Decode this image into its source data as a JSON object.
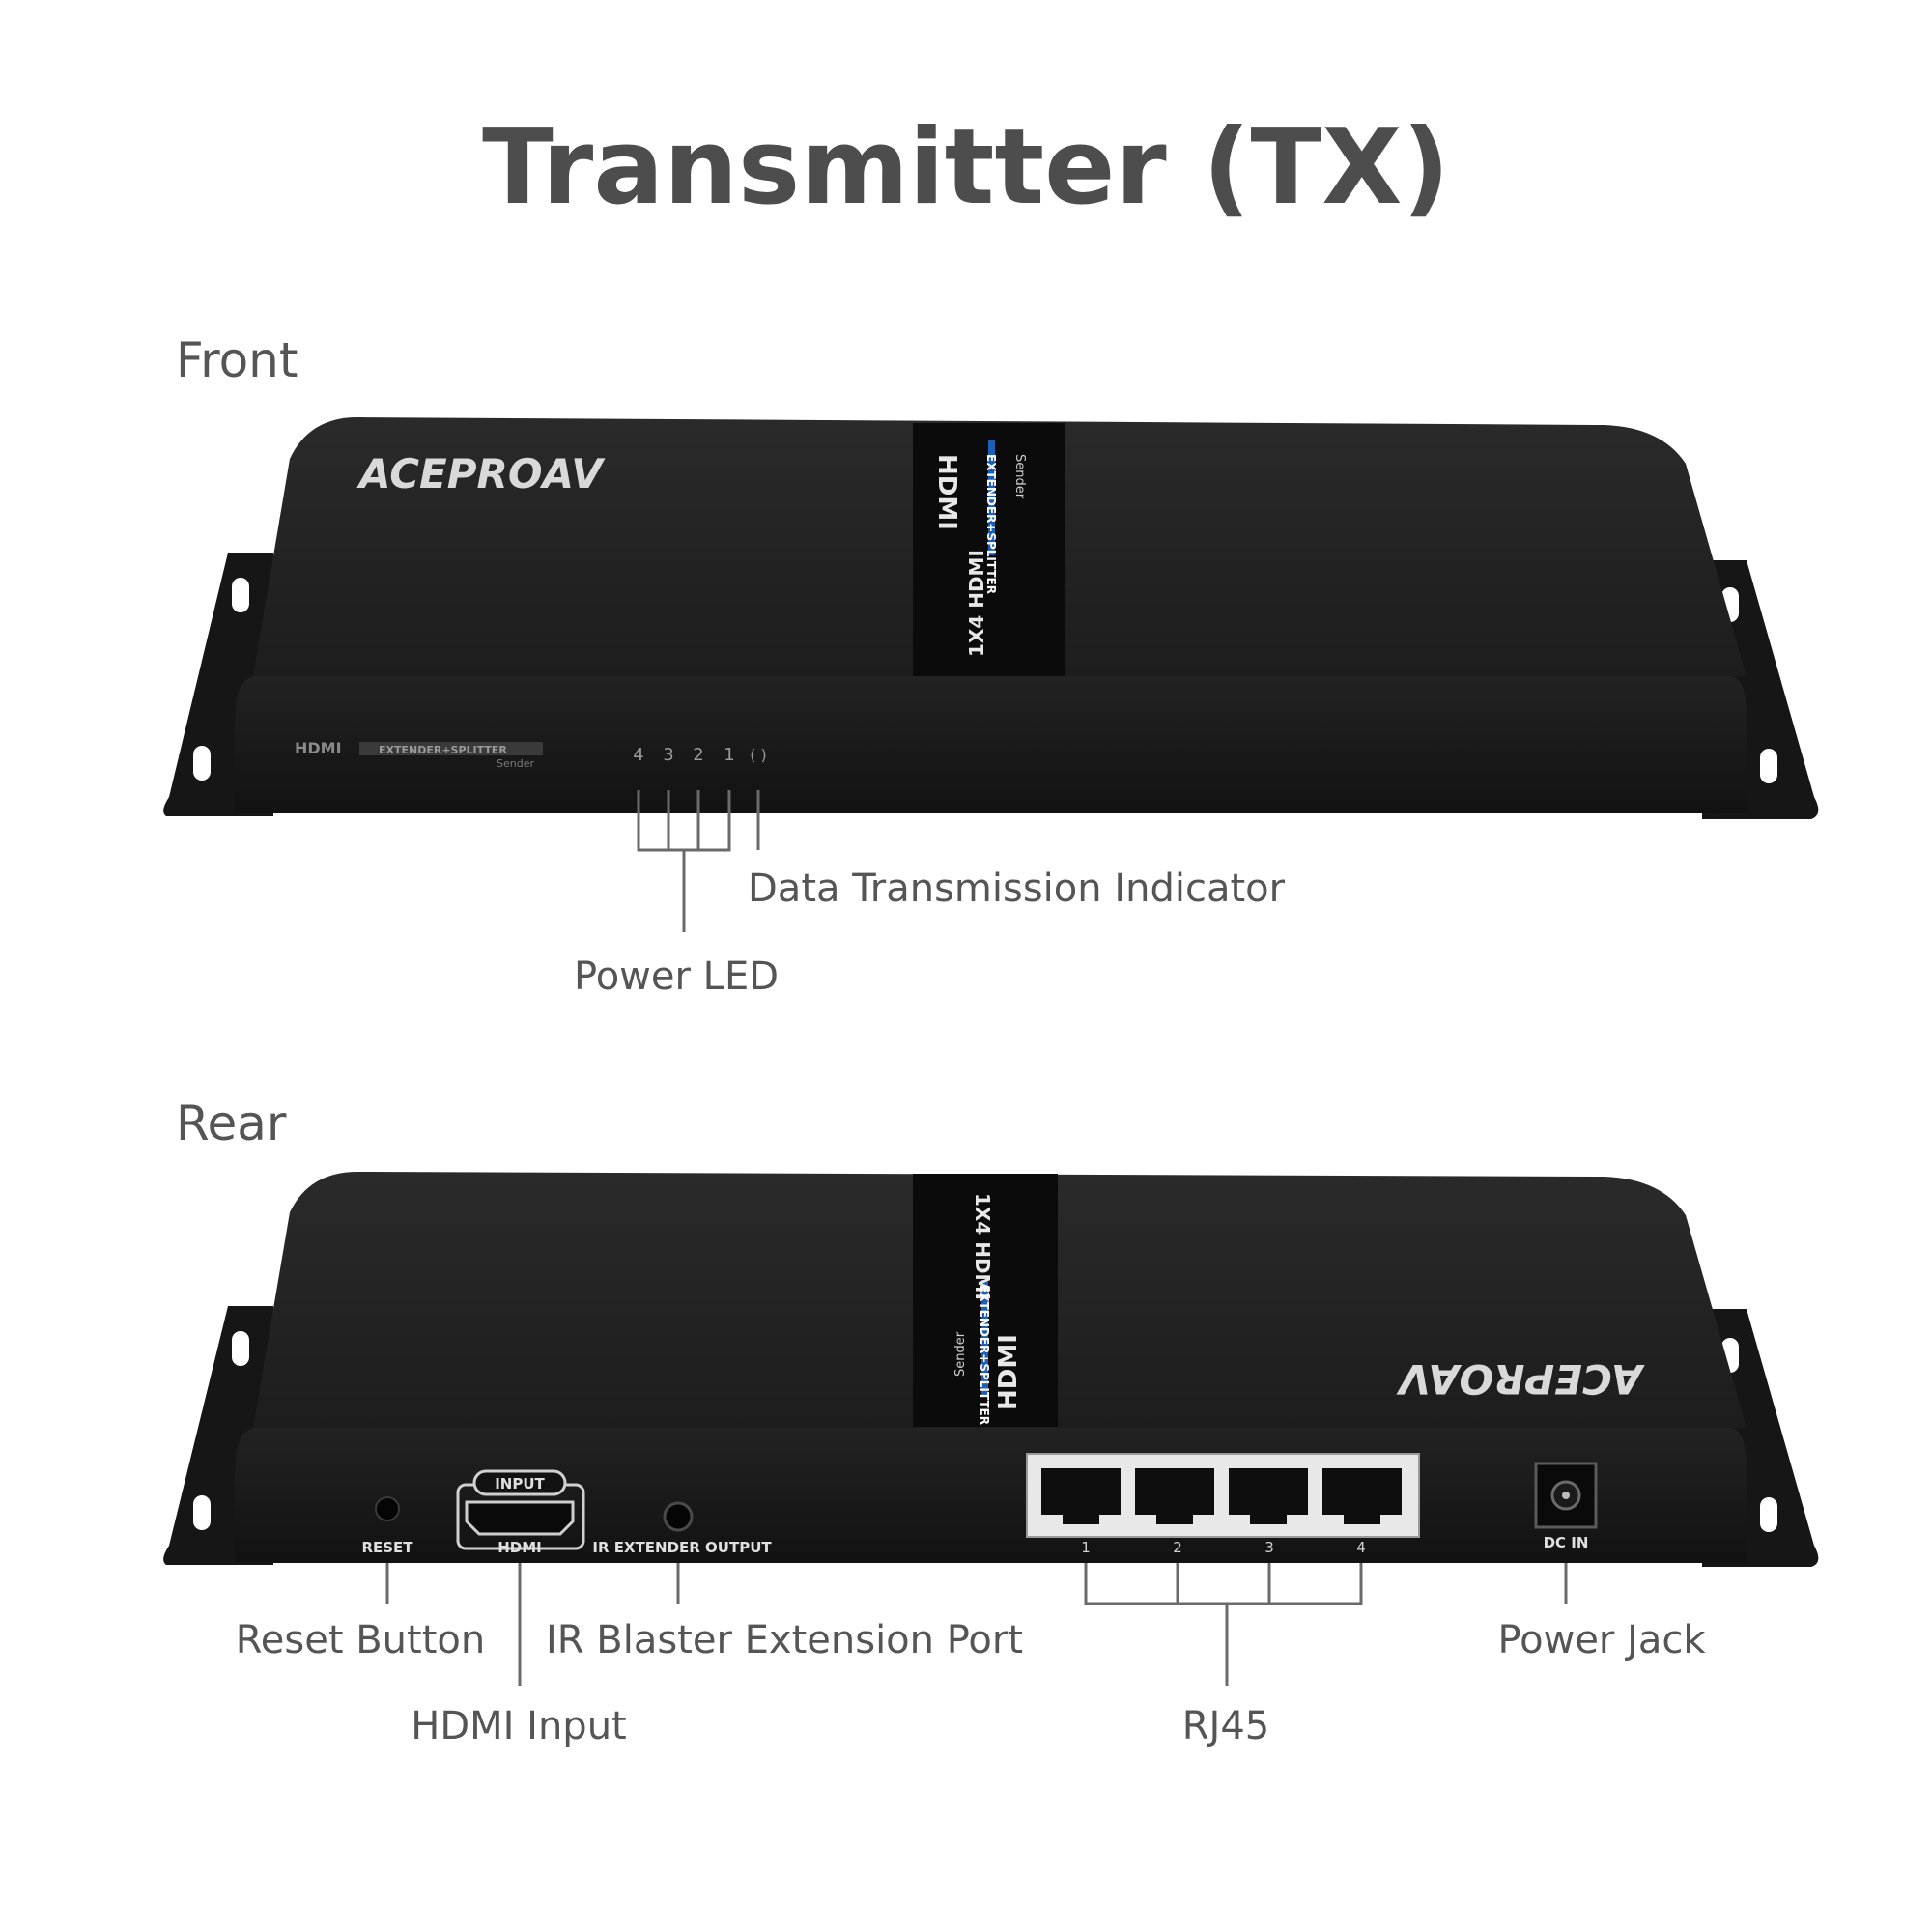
{
  "title": "Transmitter (TX)",
  "front": {
    "section_label": "Front",
    "brand": "ACEPROAV",
    "label_hdmi": "HDMI",
    "label_ext": "EXTENDER+SPLITTER",
    "label_sender": "Sender",
    "leds": [
      "4",
      "3",
      "2",
      "1"
    ],
    "power_symbol": "( )",
    "band_model": "1X4 HDMI",
    "band_ext": "EXTENDER+SPLITTER",
    "band_sender": "Sender",
    "callouts": {
      "data_indicator": "Data Transmission Indicator",
      "power_led": "Power LED"
    }
  },
  "rear": {
    "section_label": "Rear",
    "brand": "ACEPROAV",
    "port_reset": "RESET",
    "port_input": "INPUT",
    "port_hdmi": "HDMI",
    "port_ir": "IR EXTENDER OUTPUT",
    "port_dc": "DC IN",
    "rj45_numbers": [
      "1",
      "2",
      "3",
      "4"
    ],
    "callouts": {
      "reset": "Reset Button",
      "ir": "IR Blaster Extension Port",
      "hdmi": "HDMI Input",
      "rj45": "RJ45",
      "power": "Power Jack"
    }
  },
  "colors": {
    "device_body": "#1b1b1b",
    "device_top": "#232323",
    "band": "#0c0c0c",
    "band_accent": "#1c5fb5",
    "callout_line": "#6a6a6a",
    "title_text": "#4d4d4d",
    "label_text": "#555555"
  }
}
